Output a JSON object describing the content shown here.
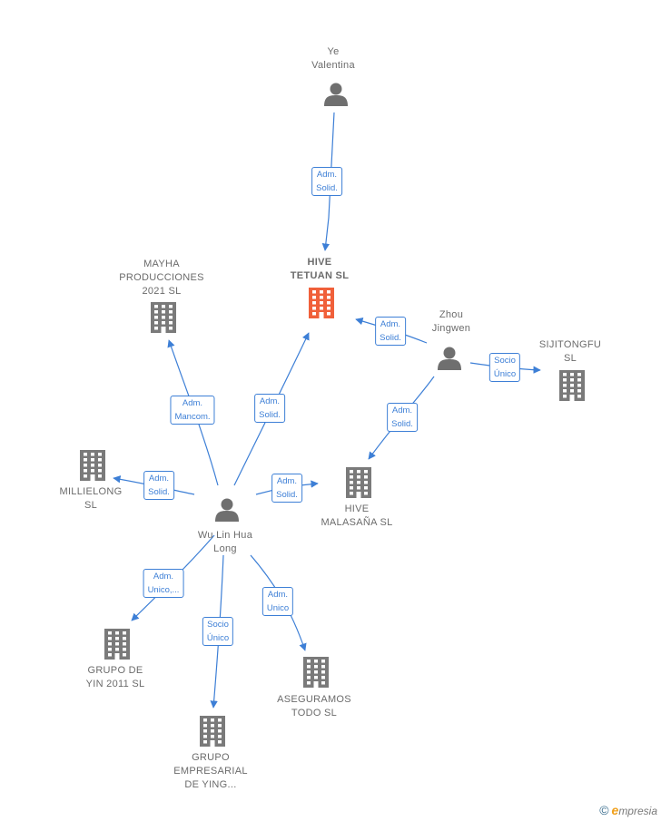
{
  "nodes": [
    {
      "id": "ye",
      "type": "person",
      "lines": [
        "Ye",
        "Valentina"
      ]
    },
    {
      "id": "hive_tetuan",
      "type": "company",
      "main": true,
      "lines": [
        "HIVE",
        "TETUAN  SL"
      ]
    },
    {
      "id": "mayha",
      "type": "company",
      "lines": [
        "MAYHA",
        "PRODUCCIONES",
        "2021  SL"
      ]
    },
    {
      "id": "zhou",
      "type": "person",
      "lines": [
        "Zhou",
        "Jingwen"
      ]
    },
    {
      "id": "sijitongfu",
      "type": "company",
      "lines": [
        "SIJITONGFU",
        "SL"
      ]
    },
    {
      "id": "millielong",
      "type": "company",
      "lines": [
        "MILLIELONG",
        "SL"
      ]
    },
    {
      "id": "wu",
      "type": "person",
      "lines": [
        "Wu Lin Hua",
        "Long"
      ]
    },
    {
      "id": "hive_malasana",
      "type": "company",
      "lines": [
        "HIVE",
        "MALASAÑA  SL"
      ]
    },
    {
      "id": "grupo_yin",
      "type": "company",
      "lines": [
        "GRUPO DE",
        "YIN 2011 SL"
      ]
    },
    {
      "id": "grupo_ying",
      "type": "company",
      "lines": [
        "GRUPO",
        "EMPRESARIAL",
        "DE YING..."
      ]
    },
    {
      "id": "aseguramos",
      "type": "company",
      "lines": [
        "ASEGURAMOS",
        "TODO  SL"
      ]
    }
  ],
  "edges": [
    {
      "from": "ye",
      "to": "hive_tetuan",
      "label": [
        "Adm.",
        "Solid."
      ]
    },
    {
      "from": "zhou",
      "to": "hive_tetuan",
      "label": [
        "Adm.",
        "Solid."
      ]
    },
    {
      "from": "zhou",
      "to": "sijitongfu",
      "label": [
        "Socio",
        "Único"
      ]
    },
    {
      "from": "zhou",
      "to": "hive_malasana",
      "label": [
        "Adm.",
        "Solid."
      ]
    },
    {
      "from": "wu",
      "to": "mayha",
      "label": [
        "Adm.",
        "Mancom."
      ]
    },
    {
      "from": "wu",
      "to": "hive_tetuan",
      "label": [
        "Adm.",
        "Solid."
      ]
    },
    {
      "from": "wu",
      "to": "millielong",
      "label": [
        "Adm.",
        "Solid."
      ]
    },
    {
      "from": "wu",
      "to": "hive_malasana",
      "label": [
        "Adm.",
        "Solid."
      ]
    },
    {
      "from": "wu",
      "to": "grupo_yin",
      "label": [
        "Adm.",
        "Unico,..."
      ]
    },
    {
      "from": "wu",
      "to": "grupo_ying",
      "label": [
        "Socio",
        "Único"
      ]
    },
    {
      "from": "wu",
      "to": "aseguramos",
      "label": [
        "Adm.",
        "Unico"
      ]
    }
  ],
  "colors": {
    "edge": "#3d7fd6",
    "person_icon": "#6f6f6f",
    "company_icon": "#7a7a7a",
    "main_company_icon": "#f0603a"
  },
  "brand": {
    "symbol": "©",
    "initial": "e",
    "rest": "mpresia"
  }
}
